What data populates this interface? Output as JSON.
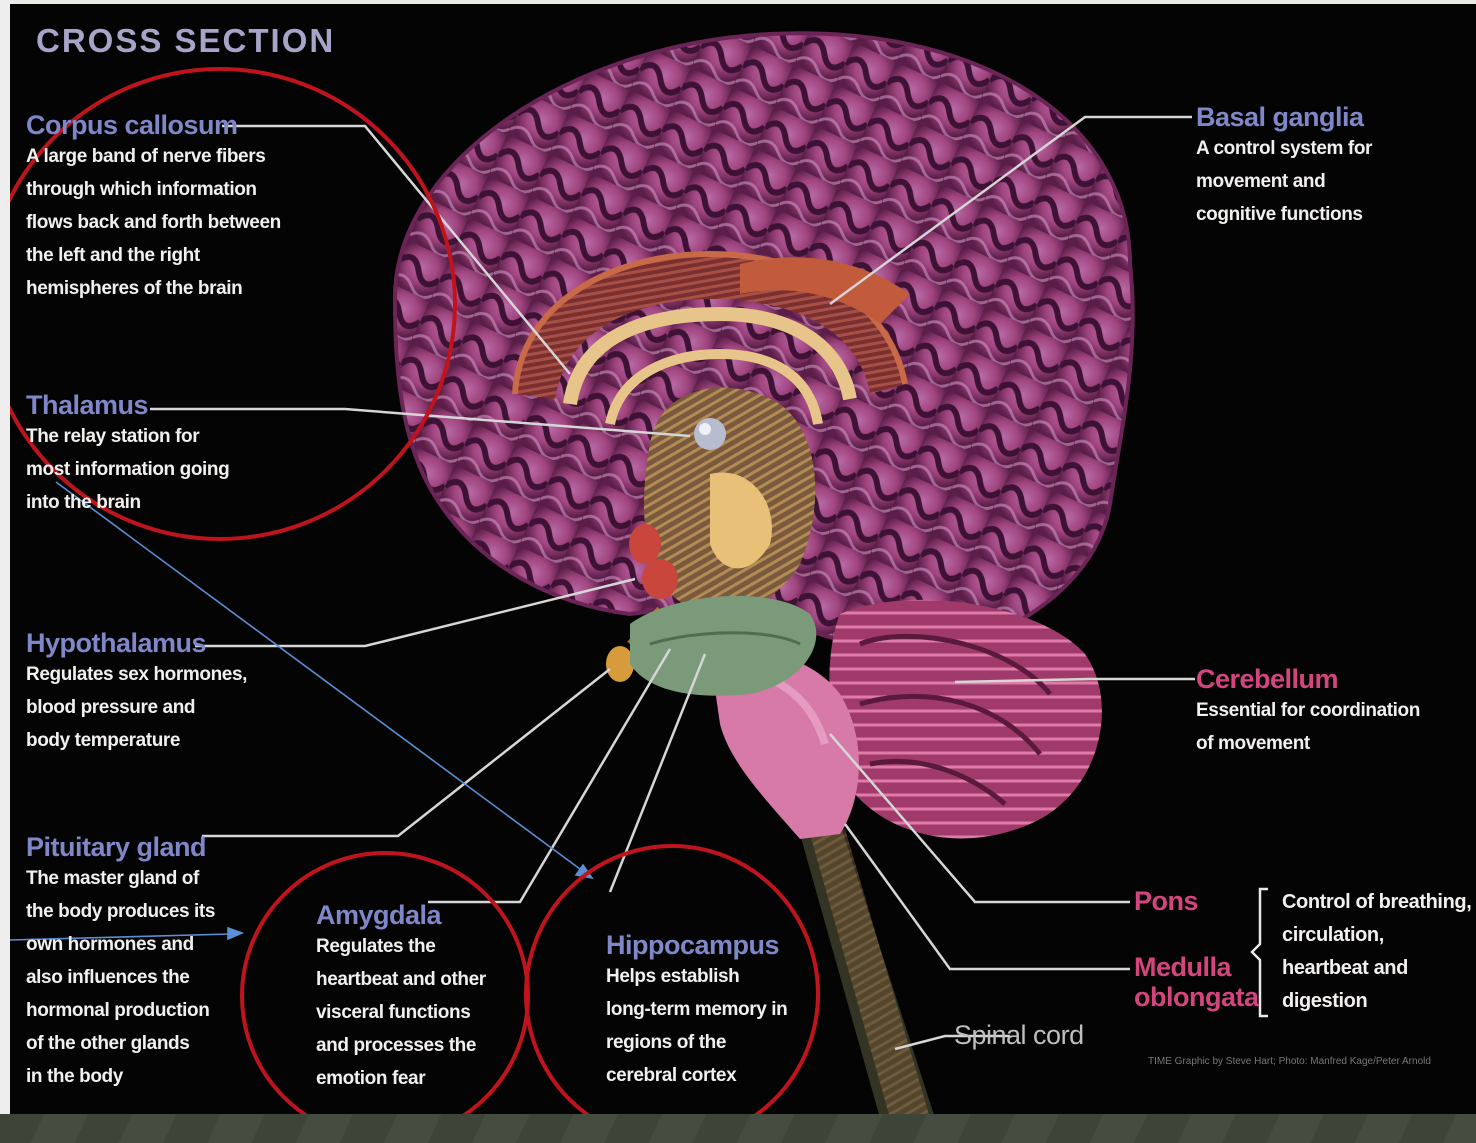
{
  "title": "CROSS SECTION",
  "labels": {
    "corpus_callosum": {
      "term": "Corpus callosum",
      "lines": [
        "A large band of nerve fibers",
        "through which information",
        "flows back and forth between",
        "the left and the right",
        "hemispheres of the brain"
      ]
    },
    "thalamus": {
      "term": "Thalamus",
      "lines": [
        "The relay station for",
        "most information going",
        "into the brain"
      ]
    },
    "hypothalamus": {
      "term": "Hypothalamus",
      "lines": [
        "Regulates sex hormones,",
        "blood pressure and",
        "body temperature"
      ]
    },
    "pituitary": {
      "term": "Pituitary gland",
      "lines": [
        "The master gland of",
        "the body produces its",
        "own hormones and",
        "also influences the",
        "hormonal production",
        "of the other glands",
        "in the body"
      ]
    },
    "amygdala": {
      "term": "Amygdala",
      "lines": [
        "Regulates the",
        "heartbeat and other",
        "visceral functions",
        "and processes the",
        "emotion fear"
      ]
    },
    "hippocampus": {
      "term": "Hippocampus",
      "lines": [
        "Helps establish",
        "long-term memory in",
        "regions of the",
        "cerebral cortex"
      ]
    },
    "basal_ganglia": {
      "term": "Basal ganglia",
      "lines": [
        "A control system for",
        "movement and",
        "cognitive functions"
      ]
    },
    "cerebellum": {
      "term": "Cerebellum",
      "lines": [
        "Essential for coordination",
        "of movement"
      ]
    },
    "pons": {
      "term": "Pons"
    },
    "medulla": {
      "term_lines": [
        "Medulla",
        "oblongata"
      ]
    },
    "brainstem_function": {
      "lines": [
        "Control of breathing,",
        "circulation,",
        "heartbeat and",
        "digestion"
      ]
    },
    "spinal_cord": {
      "term": "Spinal cord"
    }
  },
  "credit": "TIME Graphic by Steve Hart;  Photo: Manfred Kage/Peter Arnold",
  "colors": {
    "background": "#050404",
    "term_blue": "#7f87c9",
    "term_pink": "#d4457f",
    "description": "#f2f0ee",
    "highlight_circle": "#c0141c",
    "annotation_arrow": "#5b8fd6"
  }
}
